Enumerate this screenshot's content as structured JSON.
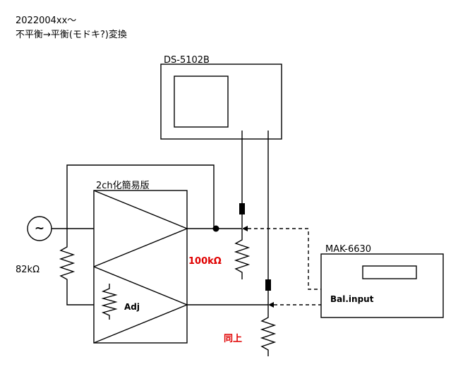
{
  "header": {
    "date": "2022004xx〜",
    "title": "不平衡→平衡(モドキ?)変換"
  },
  "oscilloscope": {
    "label": "DS-5102B"
  },
  "amp": {
    "label": "2ch化簡易版",
    "adj_label": "Adj"
  },
  "input_resistor": {
    "label": "82kΩ"
  },
  "pot1": {
    "label": "100kΩ"
  },
  "pot2": {
    "label": "同上"
  },
  "meter": {
    "label": "MAK-6630",
    "input_label": "Bal.input"
  },
  "source": {
    "symbol": "~"
  },
  "colors": {
    "line": "#000000",
    "accent": "#e00000"
  }
}
